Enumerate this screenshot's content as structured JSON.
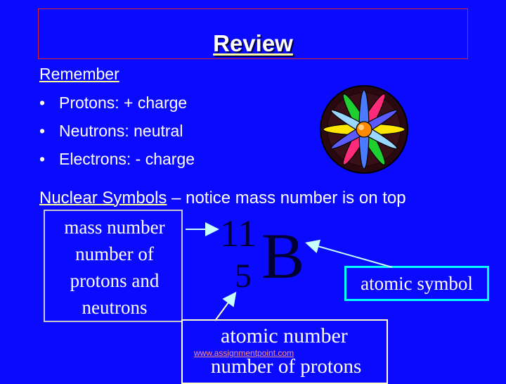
{
  "slide": {
    "title": "Review",
    "remember_heading": "Remember",
    "bullets": [
      {
        "marker": "•",
        "text": "Protons: + charge"
      },
      {
        "marker": "•",
        "text": "Neutrons: neutral"
      },
      {
        "marker": "•",
        "text": "Electrons: - charge"
      }
    ],
    "nuclear_heading": "Nuclear Symbols",
    "nuclear_note": " – notice mass number is on top",
    "mass_label_lines": [
      "mass number",
      "number of",
      "protons and",
      "neutrons"
    ],
    "symbol": {
      "mass_number": "11",
      "atomic_number": "5",
      "element": "B"
    },
    "atomic_symbol_label": "atomic symbol",
    "atomic_number_label": "atomic number",
    "atomic_number_sub": "number of protons",
    "watermark": "www.assignmentpoint.com"
  },
  "colors": {
    "background": "#0a0aff",
    "title_border": "#d8262b",
    "underline": "#ffff99",
    "symbol_text": "#000033",
    "atomic_symbol_border": "#00ffff",
    "arrow_color": "#c8ffff"
  },
  "icons": {
    "atom": "atom-icon"
  }
}
